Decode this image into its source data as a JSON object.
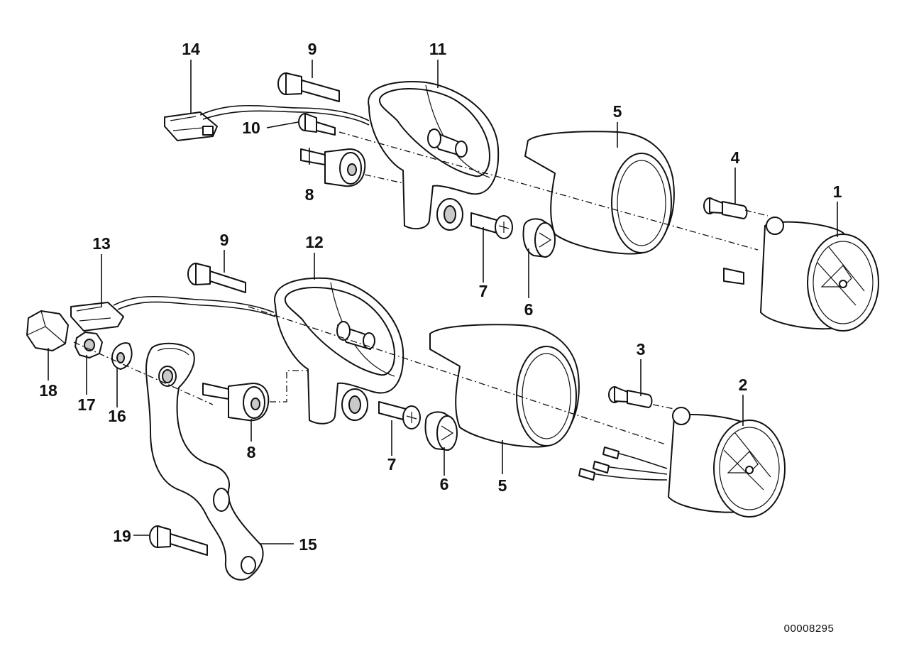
{
  "diagram": {
    "document_number": "00008295",
    "callouts": {
      "c1": "1",
      "c2": "2",
      "c3": "3",
      "c4": "4",
      "c5a": "5",
      "c5b": "5",
      "c6a": "6",
      "c6b": "6",
      "c7a": "7",
      "c7b": "7",
      "c8a": "8",
      "c8b": "8",
      "c9a": "9",
      "c9b": "9",
      "c10": "10",
      "c11": "11",
      "c12": "12",
      "c13": "13",
      "c14": "14",
      "c15": "15",
      "c16": "16",
      "c17": "17",
      "c18": "18",
      "c19": "19"
    }
  }
}
